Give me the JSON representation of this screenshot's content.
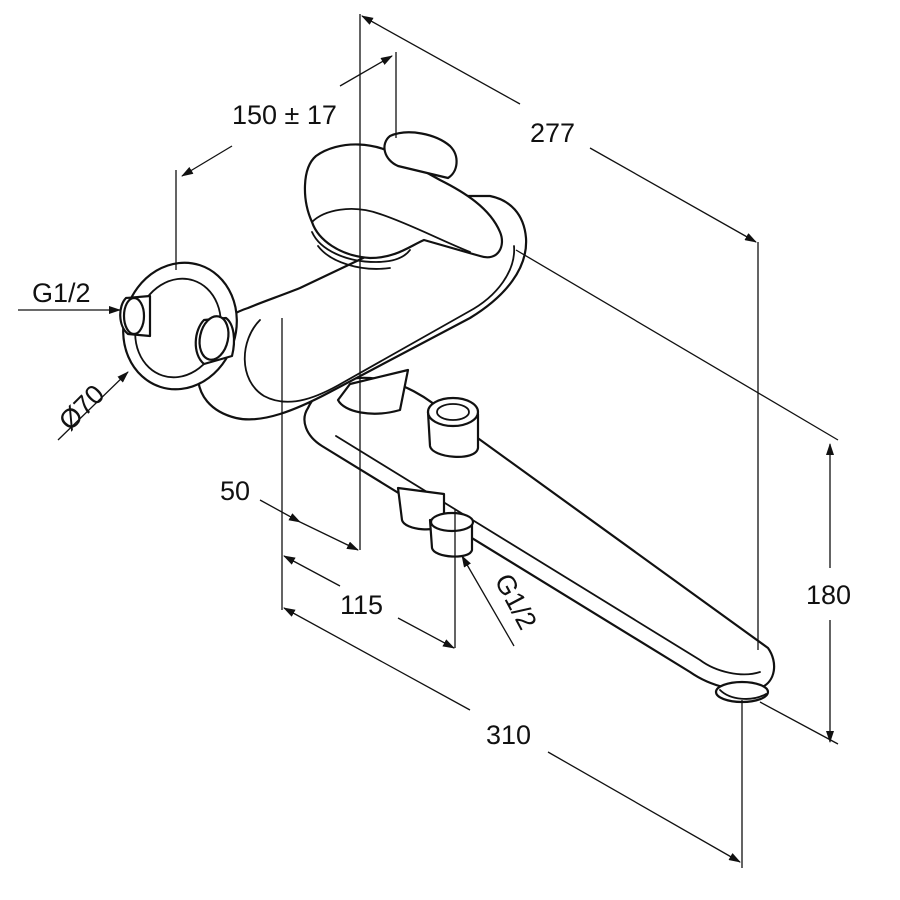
{
  "diagram": {
    "labels": {
      "width_spread": "150 ± 17",
      "total_depth": "277",
      "inlet_thread_left": "G1/2",
      "flange_diameter": "Ø70",
      "offset_50": "50",
      "offset_115": "115",
      "inlet_thread_bottom": "G1/2",
      "height": "180",
      "spout_length": "310"
    },
    "colors": {
      "line": "#111111",
      "background": "#ffffff"
    }
  }
}
